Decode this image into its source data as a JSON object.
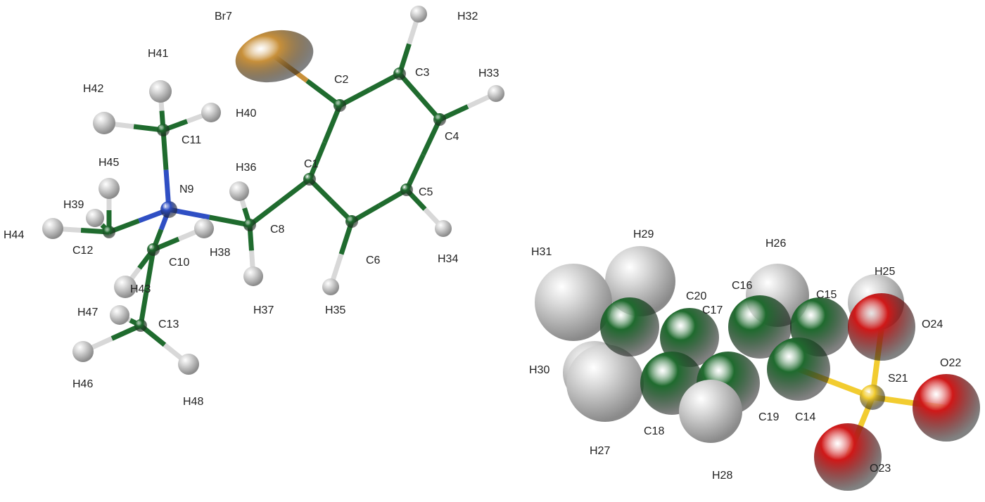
{
  "element_colors": {
    "C": "#1f6b2e",
    "H": "#d8d8d8",
    "N": "#2f4fc4",
    "Br": "#c8903a",
    "S": "#f2cc30",
    "O": "#d01818"
  },
  "cation": {
    "atoms": [
      {
        "label": "Br7",
        "element": "Br"
      },
      {
        "label": "C1",
        "element": "C"
      },
      {
        "label": "C2",
        "element": "C"
      },
      {
        "label": "C3",
        "element": "C"
      },
      {
        "label": "C4",
        "element": "C"
      },
      {
        "label": "C5",
        "element": "C"
      },
      {
        "label": "C6",
        "element": "C"
      },
      {
        "label": "C8",
        "element": "C"
      },
      {
        "label": "N9",
        "element": "N"
      },
      {
        "label": "C10",
        "element": "C"
      },
      {
        "label": "C11",
        "element": "C"
      },
      {
        "label": "C12",
        "element": "C"
      },
      {
        "label": "C13",
        "element": "C"
      },
      {
        "label": "H32",
        "element": "H"
      },
      {
        "label": "H33",
        "element": "H"
      },
      {
        "label": "H34",
        "element": "H"
      },
      {
        "label": "H35",
        "element": "H"
      },
      {
        "label": "H36",
        "element": "H"
      },
      {
        "label": "H37",
        "element": "H"
      },
      {
        "label": "H38",
        "element": "H"
      },
      {
        "label": "H39",
        "element": "H"
      },
      {
        "label": "H40",
        "element": "H"
      },
      {
        "label": "H41",
        "element": "H"
      },
      {
        "label": "H42",
        "element": "H"
      },
      {
        "label": "H43",
        "element": "H"
      },
      {
        "label": "H44",
        "element": "H"
      },
      {
        "label": "H45",
        "element": "H"
      },
      {
        "label": "H46",
        "element": "H"
      },
      {
        "label": "H47",
        "element": "H"
      },
      {
        "label": "H48",
        "element": "H"
      }
    ],
    "bonds": [
      [
        "Br7",
        "C2"
      ],
      [
        "C1",
        "C2"
      ],
      [
        "C2",
        "C3"
      ],
      [
        "C3",
        "C4"
      ],
      [
        "C4",
        "C5"
      ],
      [
        "C5",
        "C6"
      ],
      [
        "C6",
        "C1"
      ],
      [
        "C3",
        "H32"
      ],
      [
        "C4",
        "H33"
      ],
      [
        "C5",
        "H34"
      ],
      [
        "C6",
        "H35"
      ],
      [
        "C1",
        "C8"
      ],
      [
        "C8",
        "H36"
      ],
      [
        "C8",
        "H37"
      ],
      [
        "C8",
        "N9"
      ],
      [
        "N9",
        "C11"
      ],
      [
        "C11",
        "H40"
      ],
      [
        "C11",
        "H41"
      ],
      [
        "C11",
        "H42"
      ],
      [
        "N9",
        "C12"
      ],
      [
        "C12",
        "H39"
      ],
      [
        "C12",
        "H44"
      ],
      [
        "C12",
        "H45"
      ],
      [
        "N9",
        "C10"
      ],
      [
        "C10",
        "H38"
      ],
      [
        "C10",
        "H43"
      ],
      [
        "C10",
        "C13"
      ],
      [
        "C13",
        "H46"
      ],
      [
        "C13",
        "H47"
      ],
      [
        "C13",
        "H48"
      ]
    ]
  },
  "anion": {
    "atoms": [
      {
        "label": "H31",
        "element": "H"
      },
      {
        "label": "H29",
        "element": "H"
      },
      {
        "label": "H26",
        "element": "H"
      },
      {
        "label": "H25",
        "element": "H"
      },
      {
        "label": "C20",
        "element": "C"
      },
      {
        "label": "C17",
        "element": "C"
      },
      {
        "label": "C16",
        "element": "C"
      },
      {
        "label": "C15",
        "element": "C"
      },
      {
        "label": "H30",
        "element": "H"
      },
      {
        "label": "H27",
        "element": "H"
      },
      {
        "label": "C18",
        "element": "C"
      },
      {
        "label": "C19",
        "element": "C"
      },
      {
        "label": "C14",
        "element": "C"
      },
      {
        "label": "H28",
        "element": "H"
      },
      {
        "label": "O24",
        "element": "O"
      },
      {
        "label": "S21",
        "element": "S"
      },
      {
        "label": "O22",
        "element": "O"
      },
      {
        "label": "O23",
        "element": "O"
      }
    ]
  }
}
